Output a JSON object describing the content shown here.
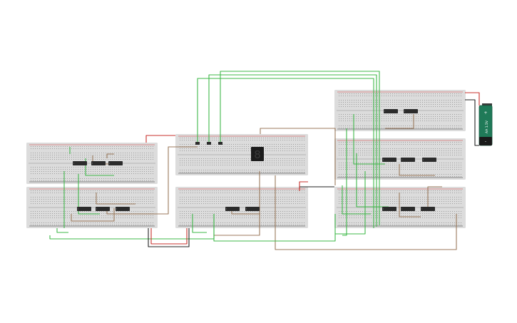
{
  "canvas": {
    "background": "#ffffff"
  },
  "colors": {
    "breadboard": "#dcdcdc",
    "breadboard_hole": "#8f8f8f",
    "rail_red": "#d33b3b",
    "rail_blue": "#333333",
    "wire_green": "#3fb84a",
    "wire_brown": "#9c7a5c",
    "wire_red": "#c8302c",
    "wire_black": "#222222",
    "chip": "#2b2b2b",
    "battery_body": "#1f7a58",
    "battery_cap": "#3a3a3a"
  },
  "breadboards": [
    {
      "id": "bb-left-top"
    },
    {
      "id": "bb-left-bottom"
    },
    {
      "id": "bb-center-top"
    },
    {
      "id": "bb-center-bottom"
    },
    {
      "id": "bb-right-top"
    },
    {
      "id": "bb-right-middle"
    },
    {
      "id": "bb-right-bottom"
    }
  ],
  "chips": [
    {
      "id": "chip-lt-1"
    },
    {
      "id": "chip-lt-2"
    },
    {
      "id": "chip-lt-3"
    },
    {
      "id": "chip-lb-1"
    },
    {
      "id": "chip-lb-2"
    },
    {
      "id": "chip-lb-3"
    },
    {
      "id": "chip-cb-1"
    },
    {
      "id": "chip-cb-2"
    },
    {
      "id": "chip-rt-1"
    },
    {
      "id": "chip-rt-2"
    },
    {
      "id": "chip-rm-1"
    },
    {
      "id": "chip-rm-2"
    },
    {
      "id": "chip-rm-3"
    },
    {
      "id": "chip-rb-1"
    },
    {
      "id": "chip-rb-2"
    },
    {
      "id": "chip-rb-3"
    }
  ],
  "display": {
    "digit": "8",
    "segment_color": "#3a3a3a"
  },
  "battery": {
    "label": "AA 1.5V",
    "plus": "+",
    "minus": "-"
  }
}
